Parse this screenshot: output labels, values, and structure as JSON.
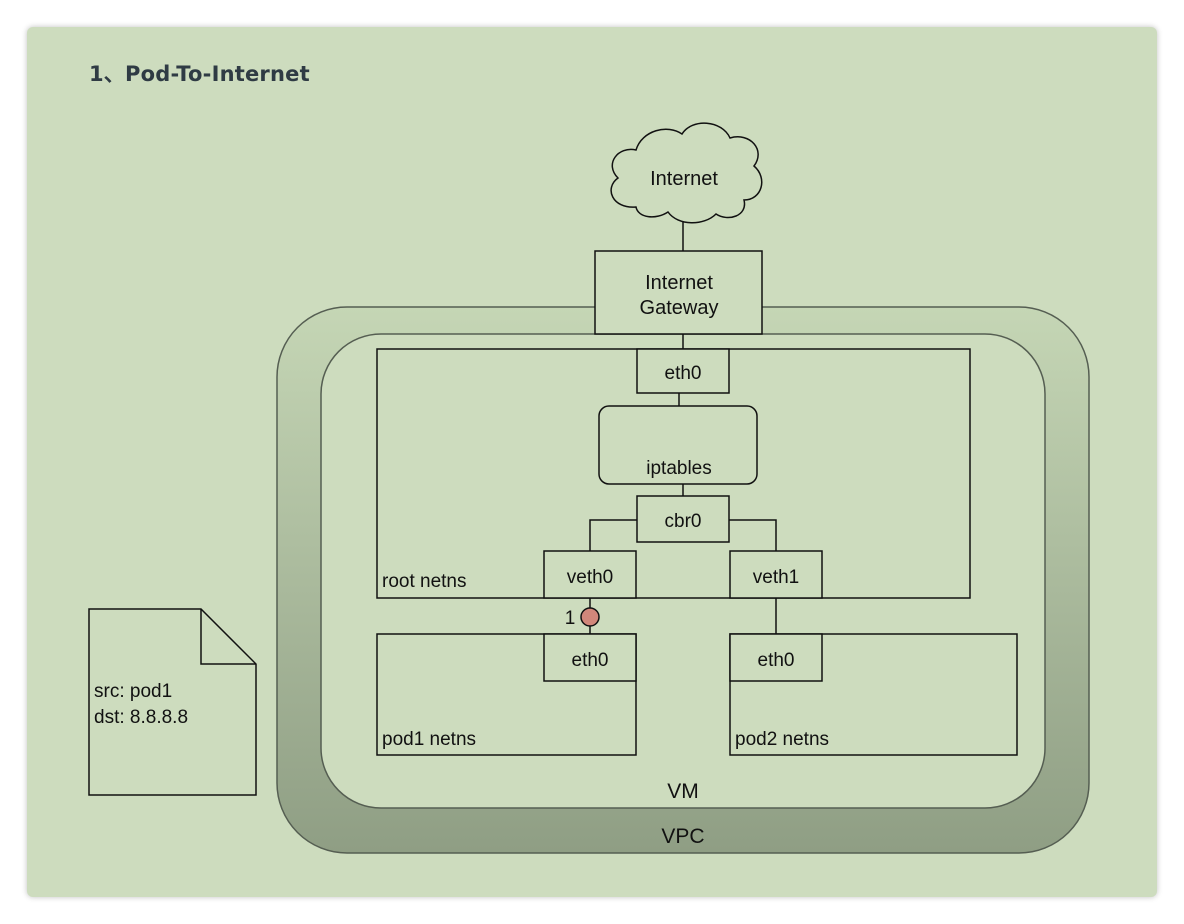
{
  "section_title": "1、Pod-To-Internet",
  "diagram": {
    "internet": "Internet",
    "internet_gateway": [
      "Internet",
      "Gateway"
    ],
    "vpc": "VPC",
    "vm": "VM",
    "root_ns": {
      "label": "root netns",
      "eth0": "eth0",
      "iptables": "iptables",
      "cbr0": "cbr0",
      "veth0": "veth0",
      "veth1": "veth1"
    },
    "pod1_ns": {
      "label": "pod1 netns",
      "eth0": "eth0"
    },
    "pod2_ns": {
      "label": "pod2 netns",
      "eth0": "eth0"
    },
    "step_marker": "1",
    "packet": {
      "src": "src: pod1",
      "dst": "dst: 8.8.8.8"
    },
    "colors": {
      "background": "#cddcbe",
      "vpc_gradient_top": "#c5d6b5",
      "vpc_gradient_bottom": "#8f9e84",
      "marker": "#d1877a"
    }
  }
}
